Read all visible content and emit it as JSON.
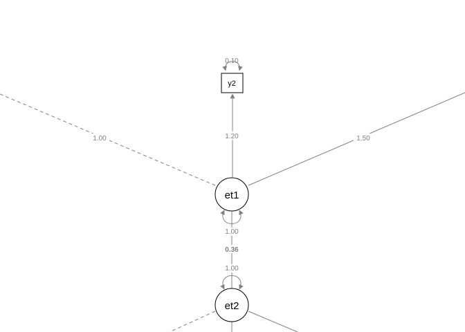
{
  "nodes": {
    "y2": {
      "label": "y2",
      "variance": "0.10"
    },
    "et1": {
      "label": "et1",
      "variance": "1.00"
    },
    "et2": {
      "label": "et2",
      "variance": "1.00"
    }
  },
  "edges": {
    "et1_y2": "1.20",
    "left_et1": "1.00",
    "et1_right": "1.50",
    "et1_et2": "0.36"
  },
  "colors": {
    "edge": "#808080",
    "node_stroke": "#000000"
  }
}
